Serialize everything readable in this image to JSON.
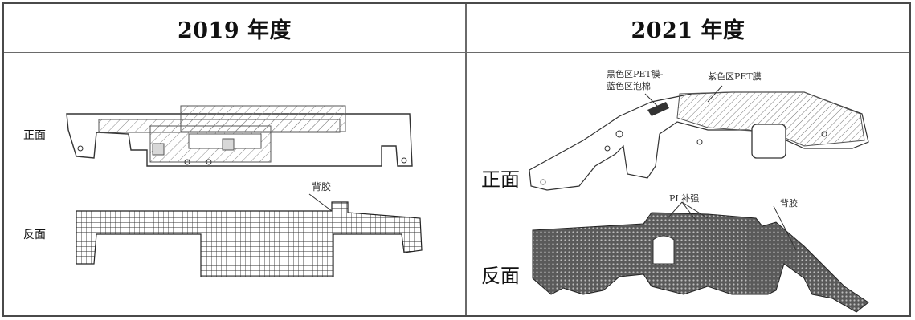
{
  "headers": {
    "left": "2019 年度",
    "right": "2021 年度"
  },
  "left_panel": {
    "front_label": "正面",
    "back_label": "反面",
    "backing_tape_label": "背胶"
  },
  "right_panel": {
    "front_label": "正面",
    "back_label": "反面",
    "callout_black_pet_line1": "黑色区PET膜-",
    "callout_black_pet_line2": "蓝色区泡棉",
    "callout_purple_pet": "紫色区PET膜",
    "callout_pi_stiffener": "PI 补强",
    "callout_backing_tape": "背胶"
  }
}
